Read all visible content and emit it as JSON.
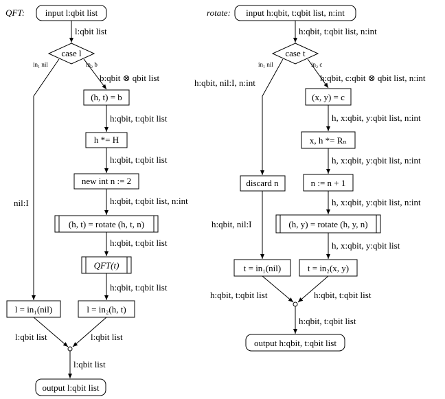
{
  "qft": {
    "title": "QFT:",
    "input": "input l:qbit list",
    "e_input": "l:qbit list",
    "case": "case l",
    "branch_left": "in₁ nil",
    "branch_right": "in₂ b",
    "e_nil": "nil:I",
    "e_b": "b:qbit ⊗ qbit list",
    "n_split": "(h, t) = b",
    "e1": "h:qbit, t:qbit list",
    "n_h": "h *= H",
    "e2": "h:qbit, t:qbit list",
    "n_newint": "new int n := 2",
    "e3": "h:qbit, t:qbit list, n:int",
    "n_rotate": "(h, t) = rotate (h, t, n)",
    "e4": "h:qbit, t:qbit list",
    "n_qft": "QFT(t)",
    "e5": "h:qbit, t:qbit list",
    "n_in1": "l = in₁(nil)",
    "n_in2": "l = in₂(h, t)",
    "e_merge_left": "l:qbit list",
    "e_merge_right": "l:qbit list",
    "e_out": "l:qbit list",
    "output": "output l:qbit list"
  },
  "rotate": {
    "title": "rotate:",
    "input": "input h:qbit, t:qbit list, n:int",
    "e_input": "h:qbit, t:qbit list, n:int",
    "case": "case t",
    "branch_left": "in₁ nil",
    "branch_right": "in₂ c",
    "e_nil": "h:qbit, nil:I, n:int",
    "e_c": "h:qbit, c:qbit ⊗ qbit list, n:int",
    "n_split": "(x, y) = c",
    "e1": "h, x:qbit, y:qbit list, n:int",
    "n_rn": "x, h *= Rₙ",
    "e2": "h, x:qbit, y:qbit list, n:int",
    "n_inc": "n := n + 1",
    "e3": "h, x:qbit, y:qbit list, n:int",
    "n_rotate": "(h, y) = rotate (h, y, n)",
    "e4": "h, x:qbit, y:qbit list",
    "n_discard": "discard n",
    "e_discard": "h:qbit, nil:I",
    "n_in1": "t = in₁(nil)",
    "n_in2": "t = in₂(x, y)",
    "e_merge_left": "h:qbit, t:qbit list",
    "e_merge_right": "h:qbit, t:qbit list",
    "e_out": "h:qbit, t:qbit list",
    "output": "output h:qbit, t:qbit list"
  }
}
